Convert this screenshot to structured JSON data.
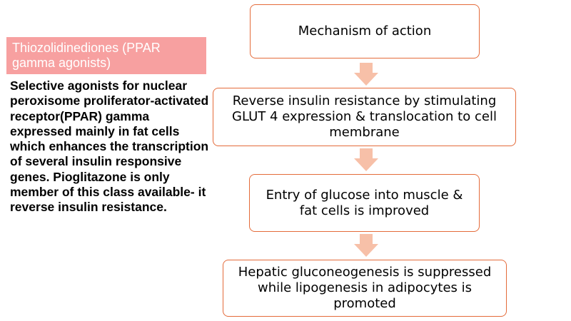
{
  "sidebar": {
    "title": "Thiozolidinediones (PPAR gamma agonists)",
    "description": "Selective agonists for nuclear peroxisome proliferator-activated receptor(PPAR) gamma expressed mainly in fat cells which enhances the transcription of several insulin responsive genes. Pioglitazone is only member of this class available- it reverse insulin resistance."
  },
  "flowchart": {
    "steps": [
      "Mechanism of action",
      "Reverse insulin resistance by stimulating GLUT 4 expression & translocation to cell membrane",
      "Entry of glucose into muscle & fat cells is improved",
      "Hepatic gluconeogenesis is suppressed while lipogenesis in adipocytes is promoted"
    ]
  },
  "colors": {
    "title_band": "#f7a0a0",
    "box_border": "#e46b3a",
    "arrow": "#f7c0a8"
  }
}
